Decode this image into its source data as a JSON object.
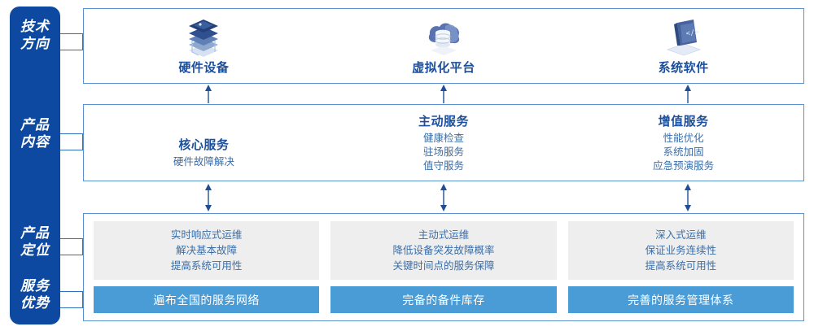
{
  "colors": {
    "rail_blue": "#0d49a0",
    "panel_border": "#5b93d0",
    "heading_blue": "#1c4f9c",
    "body_blue": "#3a6ea8",
    "advantage_bar": "#4a9cd6",
    "position_cell": "#eeeeee",
    "connector": "#2f6fba",
    "arrow": "#1f4e96"
  },
  "rail": {
    "items": [
      {
        "id": "tech-direction",
        "label": "技术\n方向"
      },
      {
        "id": "product-content",
        "label": "产品\n内容"
      },
      {
        "id": "product-position",
        "label": "产品\n定位"
      },
      {
        "id": "service-advantage",
        "label": "服务\n优势"
      }
    ]
  },
  "tech_direction": {
    "columns": [
      {
        "icon": "server-stack-icon",
        "name": "硬件设备"
      },
      {
        "icon": "cloud-database-icon",
        "name": "虚拟化平台"
      },
      {
        "icon": "laptop-code-icon",
        "name": "系统软件"
      }
    ]
  },
  "product_content": {
    "columns": [
      {
        "title": "核心服务",
        "items": [
          "硬件故障解决"
        ]
      },
      {
        "title": "主动服务",
        "items": [
          "健康检查",
          "驻场服务",
          "值守服务"
        ]
      },
      {
        "title": "增值服务",
        "items": [
          "性能优化",
          "系统加固",
          "应急预演服务"
        ]
      }
    ]
  },
  "product_position": {
    "cells": [
      {
        "lines": [
          "实时响应式运维",
          "解决基本故障",
          "提高系统可用性"
        ]
      },
      {
        "lines": [
          "主动式运维",
          "降低设备突发故障概率",
          "关键时间点的服务保障"
        ]
      },
      {
        "lines": [
          "深入式运维",
          "保证业务连续性",
          "提高系统可用性"
        ]
      }
    ]
  },
  "service_advantage": {
    "bars": [
      {
        "label": "遍布全国的服务网络"
      },
      {
        "label": "完备的备件库存"
      },
      {
        "label": "完善的服务管理体系"
      }
    ]
  }
}
